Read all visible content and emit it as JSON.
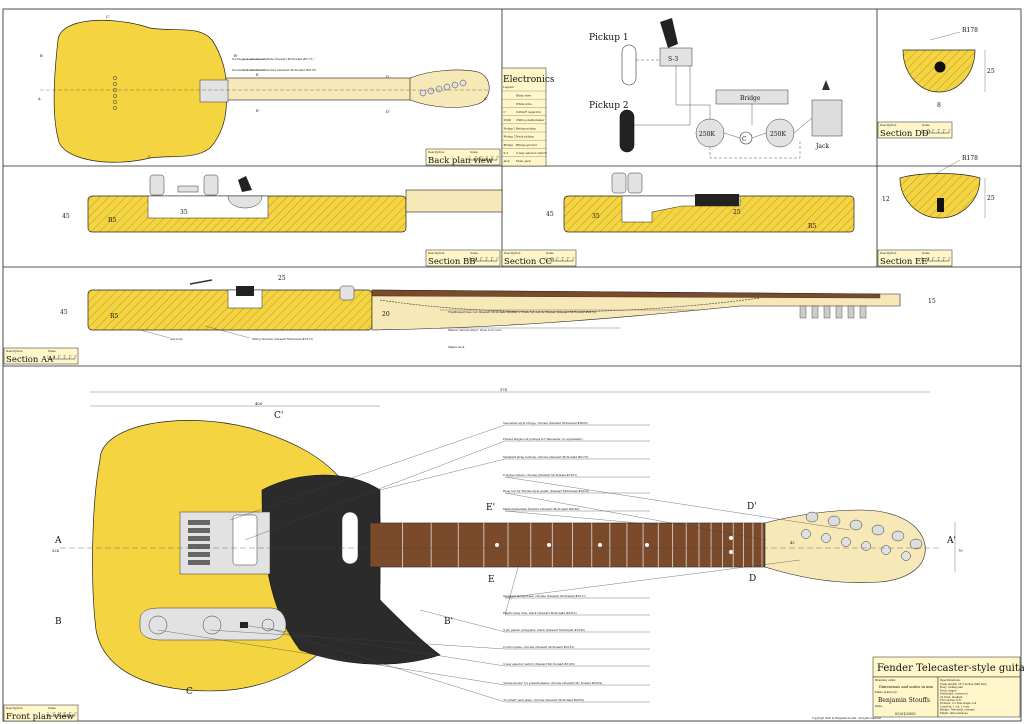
{
  "views": {
    "back_plan": "Back plan view",
    "front_plan": "Front plan view",
    "section_aa": "Section AA'",
    "section_bb": "Section BB'",
    "section_cc": "Section CC'",
    "section_dd": "Section DD'",
    "section_ee": "Section EE'"
  },
  "box_labels": {
    "description": "Description",
    "scale": "Scale"
  },
  "section_markers": {
    "a": "A",
    "a_prime": "A'",
    "b": "B",
    "b_prime": "B'",
    "c": "C",
    "c_prime": "C'",
    "d": "D",
    "d_prime": "D'",
    "e": "E",
    "e_prime": "E'"
  },
  "dimensions": {
    "overall_length": "974",
    "body_length": "406",
    "body_width": "324",
    "headstock_width": "79",
    "nut_width": "43",
    "body_thickness_aa": "45",
    "body_thickness_bb": "45",
    "body_thickness_cc": "45",
    "radius_aa": "R5",
    "radius_bb": "R5",
    "radius_cc": "R5",
    "depth_bb": "35",
    "depth_cc": "35",
    "pickup_width_cc": "25",
    "pickup_width_aa": "25",
    "neck_pocket_aa": "20",
    "neck_thickness_aa": "15",
    "dd_radius": "R178",
    "dd_height": "25",
    "dd_width": "8",
    "ee_radius": "R178",
    "ee_height": "25",
    "ee_depth": "12"
  },
  "electronics": {
    "title": "Electronics",
    "legend_header": "Legend",
    "legend": [
      {
        "key": "",
        "value": "Black wire"
      },
      {
        "key": "",
        "value": "White wire"
      },
      {
        "key": "C",
        "value": "0.05mF capacitor"
      },
      {
        "key": "250K",
        "value": "250K potentiometer"
      },
      {
        "key": "Pickup 1",
        "value": "Bridge pickup"
      },
      {
        "key": "Pickup 2",
        "value": "Neck pickup"
      },
      {
        "key": "Bridge",
        "value": "Bridge ground"
      },
      {
        "key": "S-3",
        "value": "3-way selector switch"
      },
      {
        "key": "Jack",
        "value": "Mono jack"
      }
    ],
    "pickup1": "Pickup 1",
    "pickup2": "Pickup 2",
    "switch": "S-3",
    "bridge": "Bridge",
    "pot1": "250K",
    "pot2": "250K",
    "cap": "C",
    "jack": "Jack"
  },
  "back_annotations": {
    "screw1": "Screw neck attachment plate (Stewart McDonald #0171)",
    "screw2": "Screw neck attachment screws (Stewart McDonald #0178)"
  },
  "section_aa_labels": {
    "truss_rod": "Traditional truss rod (Stewart McDonald #0968) + truss rod nut for Fender (Stewart McDonald #0973)",
    "truss_cover": "Walnut \"skunk stripe\" truss rod cover",
    "maple_neck": "Maple neck",
    "ash_body": "Ash body",
    "ferrules": "String ferrules (Stewart McDonald #0173)"
  },
  "parts": [
    "Telecaster-style bridge, chrome (Stewart McDonald #0025)",
    "Fender single-coil pickups for Telecaster (or equivalent)",
    "Standard strap buttons, chrome (Stewart McDonald #0170)",
    "6 in-line tuners, chrome (Stewart McDonald #1951)",
    "Bone nut for Fender-style guitar (Stewart McDonald #0224)",
    "Medium/medium fretwire (Stewart McDonald #0148)",
    "Standard string trees, chrome (Stewart McDonald #0171)",
    "Plastic inlay dots, black (Stewart McDonald #0016)",
    "3-ply plastic pickguard, black (Stewart McDonald #1030)",
    "Control plate, chrome (Stewart McDonald #0132)",
    "3-way selector switch (Stewart Mc Donald #3193)",
    "\"Dome knobs\" for potentiometer, chrome (Stewart Mc Donald #0169)",
    "\"Football\" jack plate, chrome (Stewart McDonald #0070)"
  ],
  "title_block": {
    "title": "Fender Telecaster-style guitar",
    "drawing_units_label": "Drawing units:",
    "drawing_units": "Dimensions and scales in mm",
    "drawn_by_label": "Plans drawn by:",
    "author": "Benjamin Stouffs",
    "date_label": "Date:",
    "date": "05/01/2005",
    "spec_label": "Specifications:",
    "specs": [
      "Scale length: 25.5 inches (648 mm)",
      "Body: swamp ash",
      "Neck: maple",
      "Fretboard: rosewood",
      "22 frets, medium",
      "Fret radius: 9.5\"",
      "Pickups: 2 x Tele single-coil",
      "Controls: 1 vol, 1 tone",
      "Bridge: Tele-style, chrome",
      "Finish: nitrocellulose"
    ],
    "copyright": "Copyright 2005 by Benjamin Stouffs - All rights reserved"
  },
  "scale_ticks": [
    "0",
    "10",
    "20",
    "30",
    "40",
    "50"
  ],
  "colors": {
    "body": "#F5D442",
    "pickguard": "#2B2B2B",
    "fretboard": "#7A4A2B",
    "neck": "#F7E8B8"
  }
}
